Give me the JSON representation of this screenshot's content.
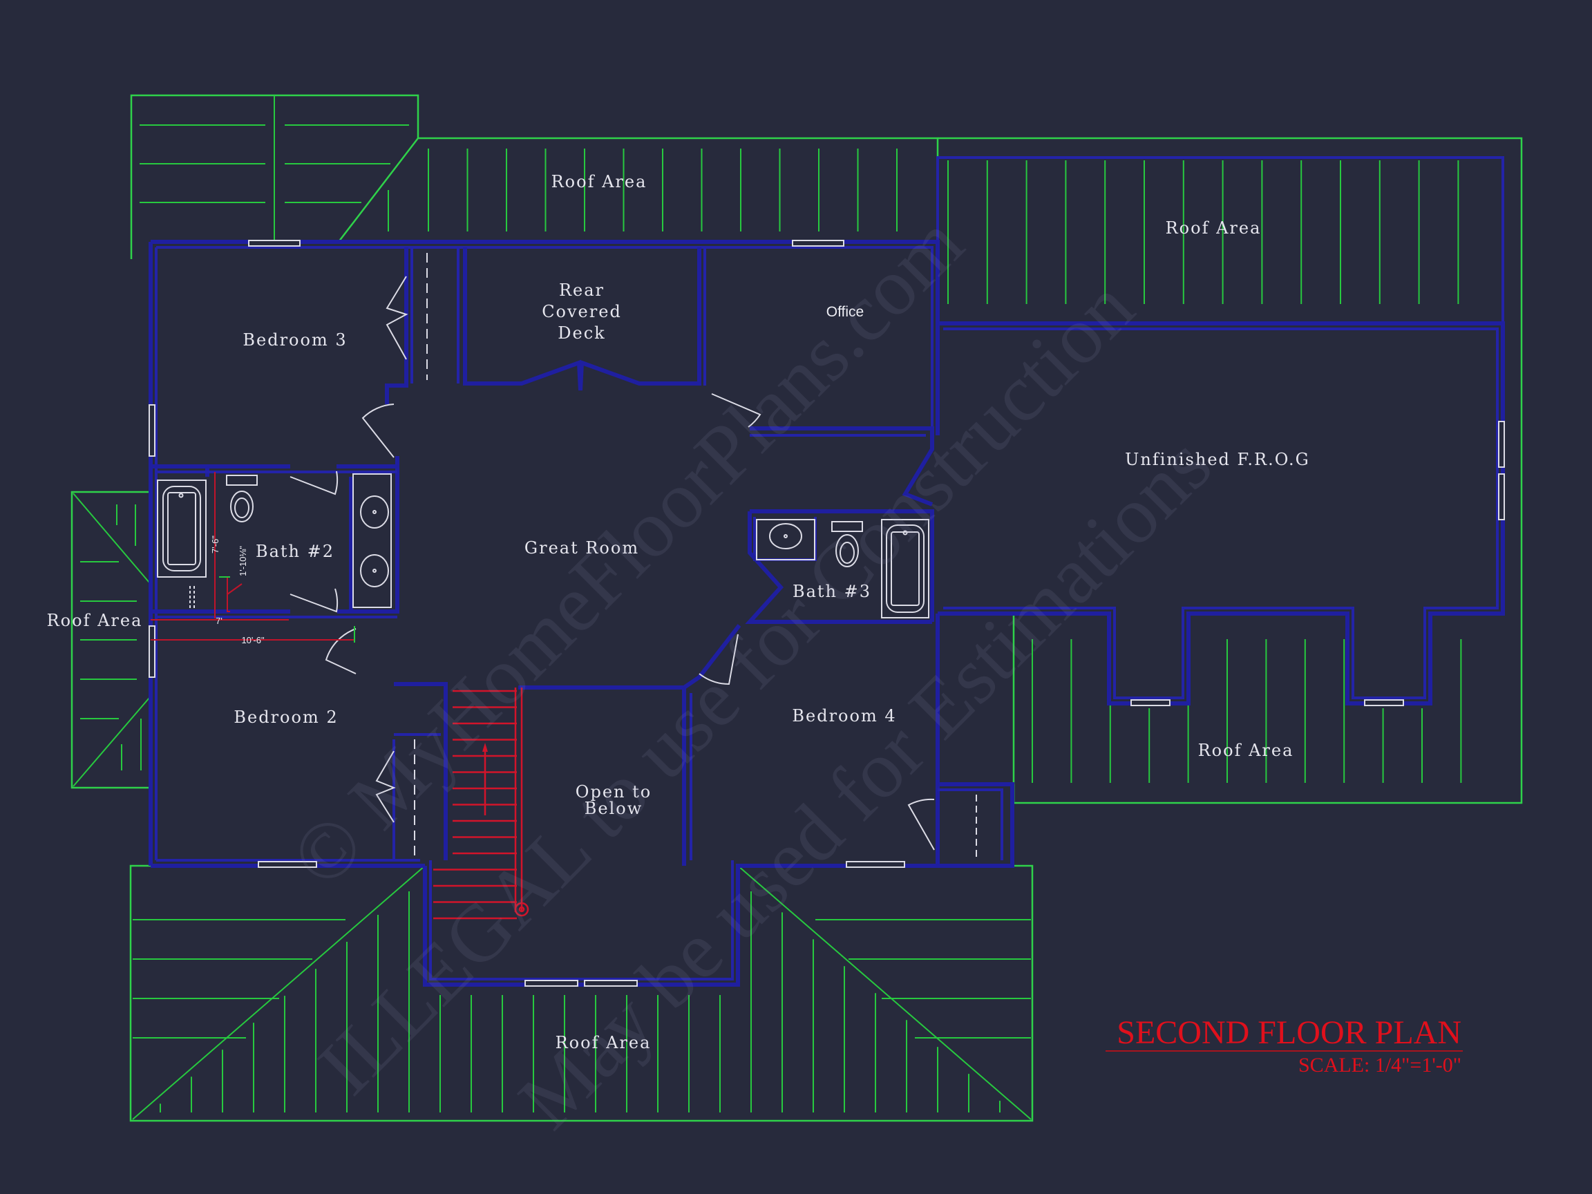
{
  "plan": {
    "title": "SECOND FLOOR PLAN",
    "scale": "SCALE: 1/4\"=1'-0\"",
    "colors": {
      "background": "#272a3c",
      "walls": "#1f1fa0",
      "roof_lines": "#27c93f",
      "fixtures": "#dcdce6",
      "stairs_and_dimensions": "#d2142a",
      "title": "#e0101c"
    }
  },
  "rooms": {
    "bedroom3": "Bedroom 3",
    "rear_deck": [
      "Rear",
      "Covered",
      "Deck"
    ],
    "office": "Office",
    "great_room": "Great Room",
    "bath2": "Bath #2",
    "bath3": "Bath #3",
    "bedroom2": "Bedroom 2",
    "bedroom4": "Bedroom 4",
    "open_below": [
      "Open to",
      "Below"
    ],
    "unfinished_frog": "Unfinished F.R.O.G"
  },
  "roof_areas": {
    "top": "Roof Area",
    "top_right": "Roof Area",
    "left": "Roof Area",
    "bottom_right": "Roof Area",
    "bottom": "Roof Area"
  },
  "dimensions": {
    "bath2_length": "7'-6\"",
    "bath2_offset": "1'-10⅛\"",
    "bath2_width": "7'",
    "overall_width": "10'-6\""
  },
  "watermark": {
    "line1": "© MyHomeFloorPlans.com",
    "line2": "ILLEGAL to use for Construction",
    "line3": "May be used for Estimations"
  }
}
